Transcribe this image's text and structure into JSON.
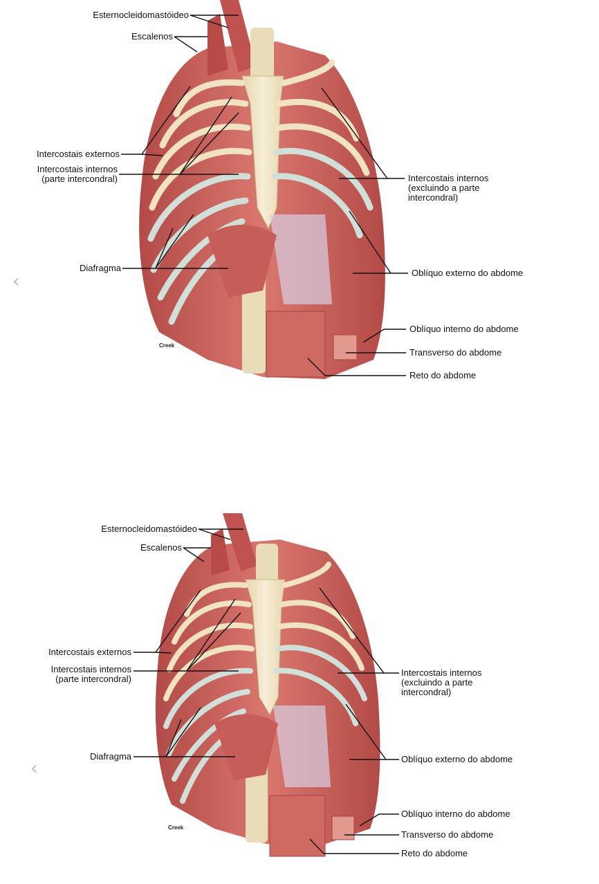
{
  "diagrams": [
    {
      "labels": {
        "sternocleidomastoid": "Esternocleidomastóideo",
        "scalenes": "Escalenos",
        "external_intercostals": "Intercostais externos",
        "internal_intercostals_left": "Intercostais internos\n(parte intercondral)",
        "diaphragm": "Diafragma",
        "internal_intercostals_right": "Intercostais internos\n(excluindo a parte\nintercondral)",
        "external_oblique": "Oblíquo externo do abdome",
        "internal_oblique": "Oblíquo interno do abdome",
        "transversus": "Transverso do abdome",
        "rectus": "Reto do abdome"
      },
      "signature": "Creek",
      "nav_icon": "chevron-left-icon"
    },
    {
      "labels": {
        "sternocleidomastoid": "Esternocleidomastóideo",
        "scalenes": "Escalenos",
        "external_intercostals": "Intercostais externos",
        "internal_intercostals_left": "Intercostais internos\n(parte intercondral)",
        "diaphragm": "Diafragma",
        "internal_intercostals_right": "Intercostais internos\n(excluindo a parte\nintercondral)",
        "external_oblique": "Oblíquo externo do abdome",
        "internal_oblique": "Oblíquo interno do abdome",
        "transversus": "Transverso do abdome",
        "rectus": "Reto do abdome"
      },
      "signature": "Creek",
      "nav_icon": "chevron-left-icon"
    }
  ],
  "colors": {
    "muscle": "#c9625d",
    "muscle_dark": "#a8403f",
    "muscle_light": "#e29a8e",
    "bone": "#efe3c2",
    "cartilage": "#cfe0d8",
    "fascia": "#dcd6e6",
    "leader": "#111111"
  }
}
